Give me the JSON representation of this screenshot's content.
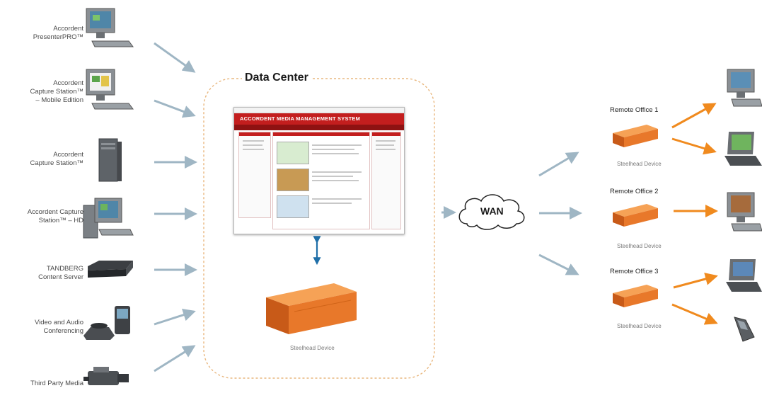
{
  "sources": [
    {
      "label": "Accordent\nPresenterPRO™",
      "icon": "desktop-computer-icon"
    },
    {
      "label": "Accordent\nCapture Station™\n– Mobile Edition",
      "icon": "desktop-computer-icon"
    },
    {
      "label": "Accordent\nCapture Station™",
      "icon": "tower-computer-icon"
    },
    {
      "label": "Accordent Capture\nStation™ – HD",
      "icon": "workstation-computer-icon"
    },
    {
      "label": "TANDBERG\nContent Server",
      "icon": "content-server-icon"
    },
    {
      "label": "Video and Audio\nConferencing",
      "icon": "conferencing-phone-icon"
    },
    {
      "label": "Third Party Media",
      "icon": "video-camera-icon"
    }
  ],
  "data_center": {
    "title": "Data Center",
    "app_title": "ACCORDENT MEDIA MANAGEMENT SYSTEM",
    "device_label": "Steelhead Device"
  },
  "wan": {
    "label": "WAN"
  },
  "remote_offices": [
    {
      "label": "Remote Office 1",
      "device_label": "Steelhead Device",
      "endpoints": [
        "desktop-computer-icon",
        "laptop-icon"
      ]
    },
    {
      "label": "Remote Office 2",
      "device_label": "Steelhead Device",
      "endpoints": [
        "desktop-computer-icon"
      ]
    },
    {
      "label": "Remote Office 3",
      "device_label": "Steelhead Device",
      "endpoints": [
        "laptop-icon",
        "mobile-device-icon"
      ]
    }
  ],
  "colors": {
    "source_arrow": "#9fb6c4",
    "office_arrow": "#f08a1e",
    "device_orange": "#e8782a",
    "dashed_border": "#e9b77e",
    "brand_red": "#c31e1e",
    "link_arrow": "#1f6fa8"
  }
}
